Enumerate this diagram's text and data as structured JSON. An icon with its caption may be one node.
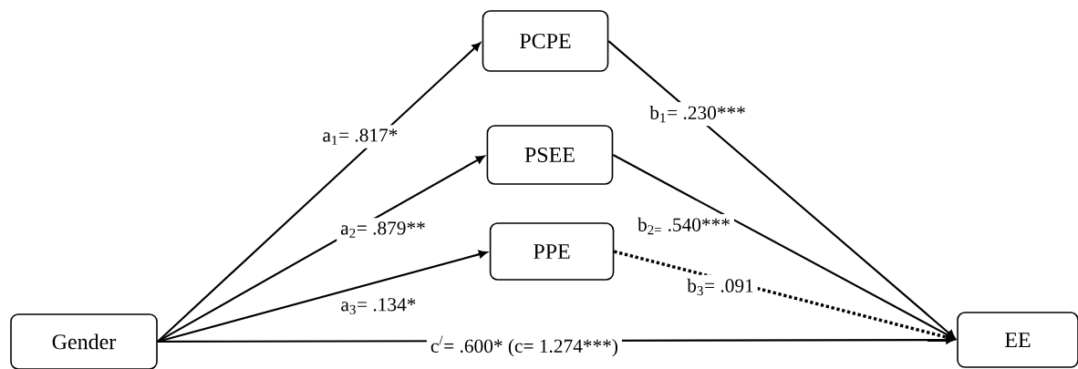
{
  "diagram": {
    "nodes": [
      {
        "text": [
          "Gender"
        ]
      },
      {
        "text": [
          "PCPE"
        ]
      },
      {
        "text": [
          "PSEE"
        ]
      },
      {
        "text": [
          "PPE"
        ]
      },
      {
        "text": [
          "EE"
        ]
      }
    ],
    "edges": [
      {
        "from": 0,
        "to": 1,
        "arrow": "to",
        "label": "a$_{1}$= .817*"
      },
      {
        "from": 0,
        "to": 2,
        "arrow": "to",
        "label": "a$_{2}$= .879**"
      },
      {
        "from": 0,
        "to": 3,
        "arrow": "to",
        "label": "a$_{3}$= .134*"
      },
      {
        "from": 1,
        "to": 4,
        "arrow": "to",
        "label": "b$_{1}$= .230***"
      },
      {
        "from": 2,
        "to": 4,
        "arrow": "to",
        "label": "b$_{2=}$ .540***"
      },
      {
        "from": 3,
        "to": 4,
        "arrow": "to",
        "label": "b$_{3}$= .091",
        "style": "dashed"
      },
      {
        "from": 0,
        "to": 4,
        "arrow": "to",
        "label": "c$^{/}$= .600* (c= 1.274***)"
      }
    ]
  }
}
